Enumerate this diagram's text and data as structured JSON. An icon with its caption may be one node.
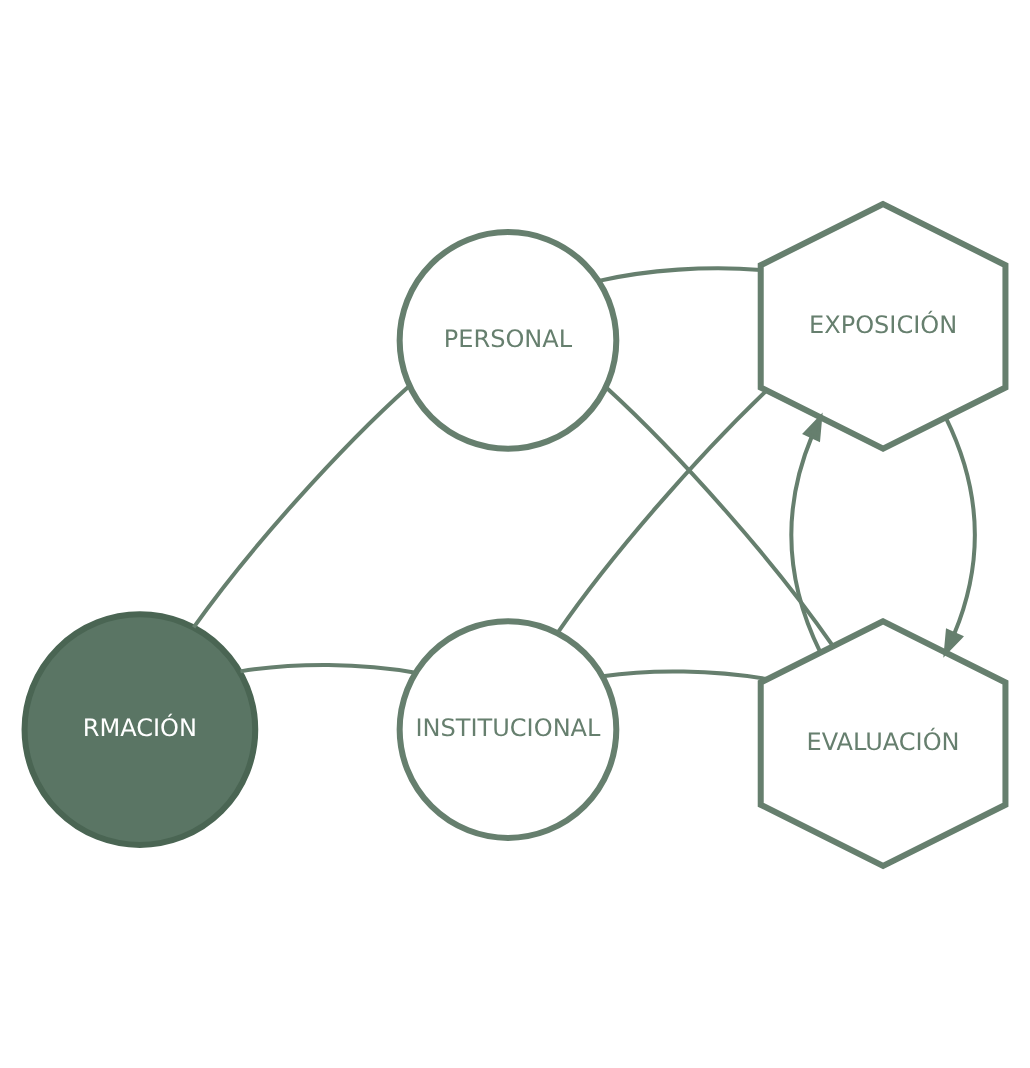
{
  "diagram": {
    "nodes": [
      {
        "text": [
          "PERSONAL"
        ]
      },
      {
        "text": [
          "EXPOSICIÓN"
        ]
      },
      {
        "text": [
          "RMACIÓN"
        ]
      },
      {
        "text": [
          "INSTITUCIONAL"
        ]
      },
      {
        "text": [
          "EVALUACIÓN"
        ]
      }
    ],
    "edges": [
      {
        "from": 0,
        "to": 2,
        "arrow": "none"
      },
      {
        "from": 2,
        "to": 3,
        "arrow": "none"
      },
      {
        "from": 0,
        "to": 1,
        "arrow": "none"
      },
      {
        "from": 0,
        "to": 4,
        "arrow": "none"
      },
      {
        "from": 3,
        "to": 1,
        "arrow": "none"
      },
      {
        "from": 3,
        "to": 4,
        "arrow": "none"
      },
      {
        "from": 1,
        "to": 4,
        "arrow": "to"
      },
      {
        "from": 4,
        "to": 1,
        "arrow": "to"
      }
    ]
  }
}
